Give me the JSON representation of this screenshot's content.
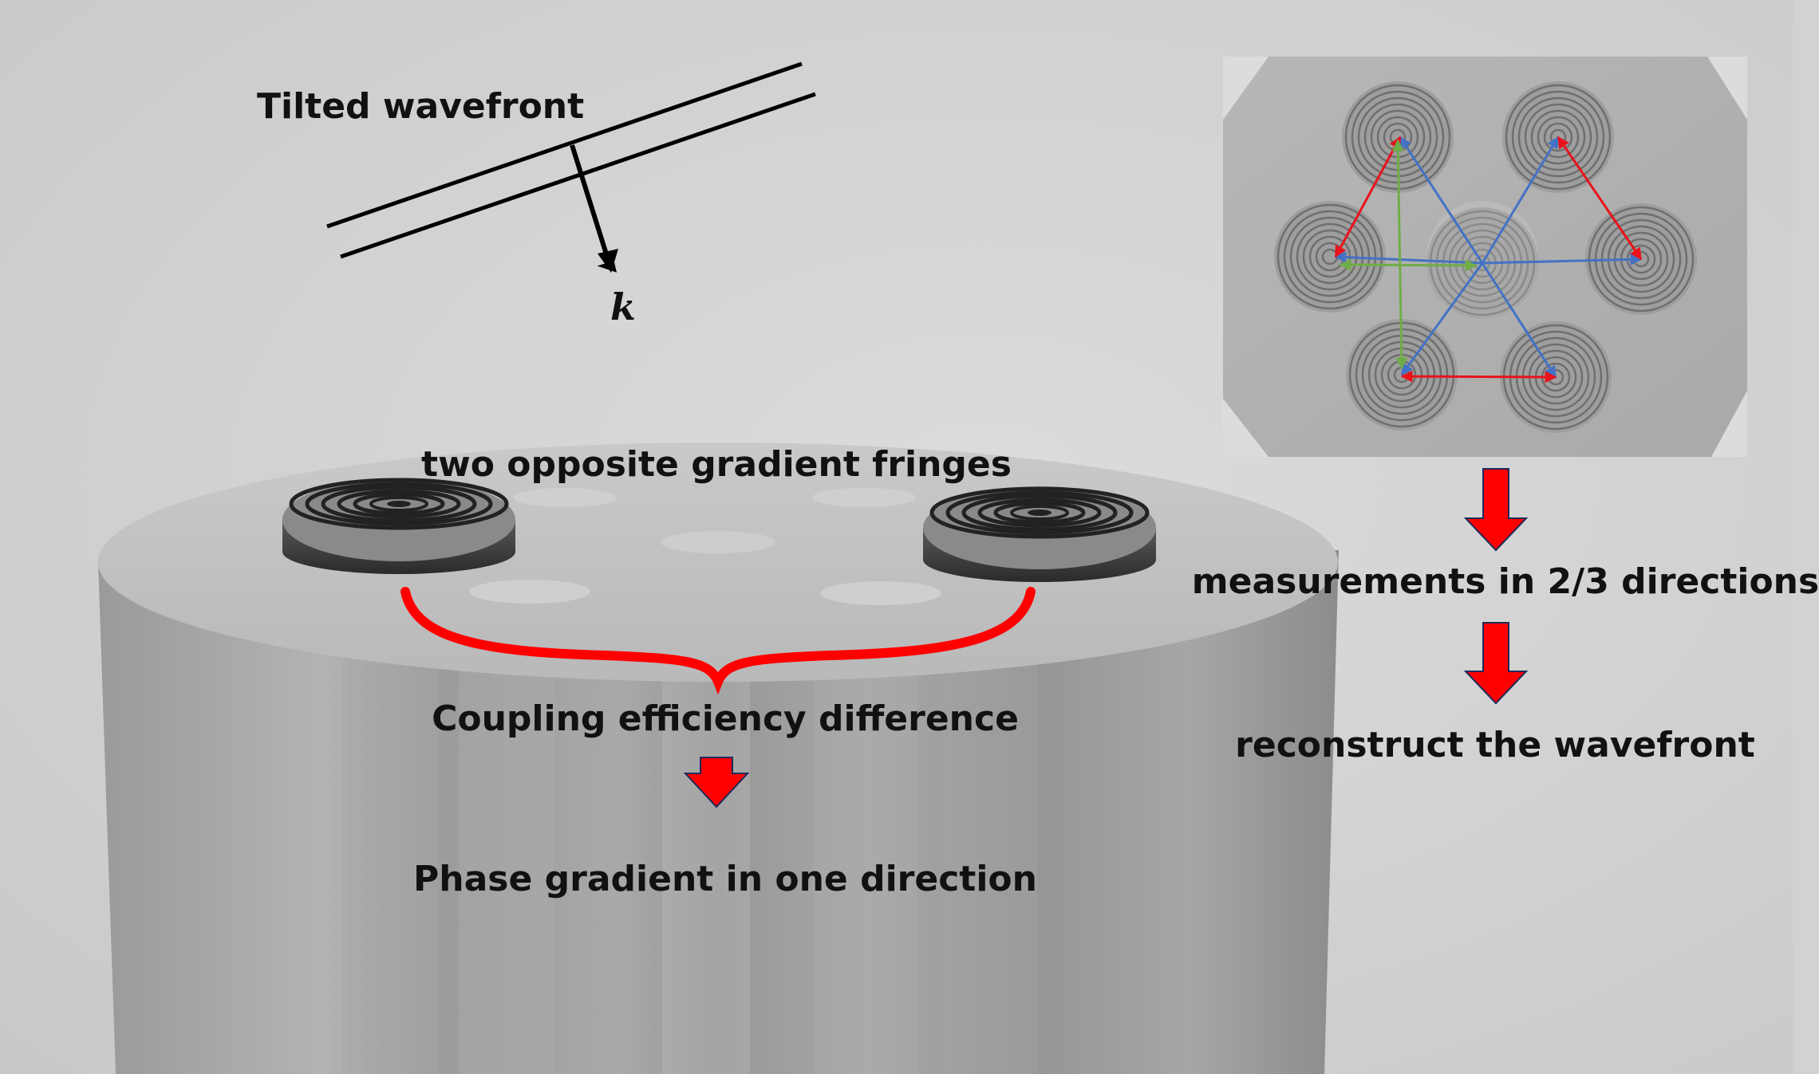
{
  "labels": {
    "tilted_wavefront": "Tilted wavefront",
    "wave_vector": "k",
    "fringes": "two opposite gradient fringes",
    "coupling": "Coupling efficiency difference",
    "phase_gradient": "Phase gradient in one direction",
    "measurements": "measurements in 2/3 directions",
    "reconstruct": "reconstruct the wavefront"
  },
  "colors": {
    "background": "#d2d2d2",
    "arrow_red": "#ff0000",
    "arrow_outline": "#1f2a5a",
    "link_red": "#e8131b",
    "link_blue": "#4472c4",
    "link_green": "#70ad47",
    "text": "#111111"
  }
}
